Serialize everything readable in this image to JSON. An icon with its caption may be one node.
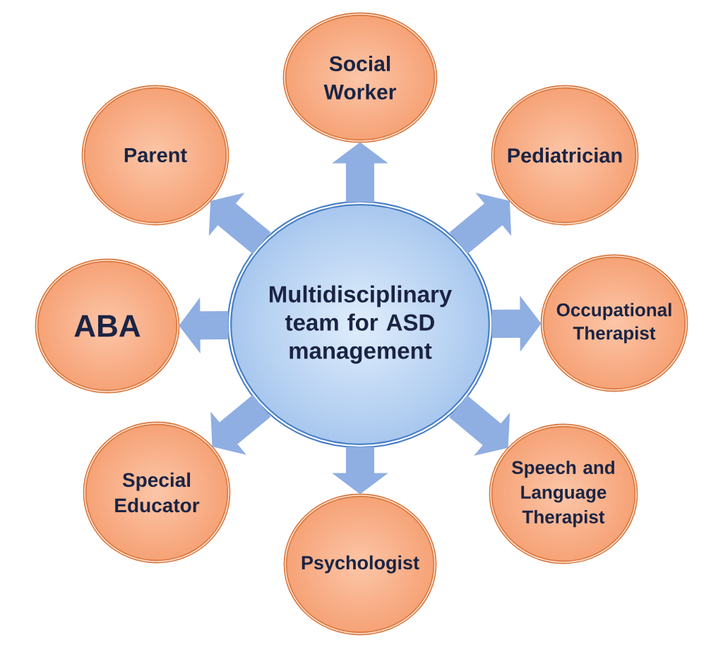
{
  "diagram": {
    "nodes": [
      {
        "text": [
          "Multidisciplinary team for ASD management"
        ]
      },
      {
        "text": [
          "Social Worker"
        ]
      },
      {
        "text": [
          "Parent"
        ]
      },
      {
        "text": [
          "Pediatrician"
        ]
      },
      {
        "text": [
          "ABA"
        ]
      },
      {
        "text": [
          "Occupational Therapist"
        ]
      },
      {
        "text": [
          "Special Educator"
        ]
      },
      {
        "text": [
          "Speech and Language Therapist"
        ]
      },
      {
        "text": [
          "Psychologist"
        ]
      }
    ],
    "edges": [
      {
        "from": 0,
        "to": 1,
        "arrow": "to"
      },
      {
        "from": 0,
        "to": 2,
        "arrow": "to"
      },
      {
        "from": 0,
        "to": 3,
        "arrow": "to"
      },
      {
        "from": 0,
        "to": 4,
        "arrow": "to"
      },
      {
        "from": 0,
        "to": 5,
        "arrow": "to"
      },
      {
        "from": 0,
        "to": 6,
        "arrow": "to"
      },
      {
        "from": 0,
        "to": 7,
        "arrow": "to"
      },
      {
        "from": 0,
        "to": 8,
        "arrow": "to"
      }
    ]
  }
}
